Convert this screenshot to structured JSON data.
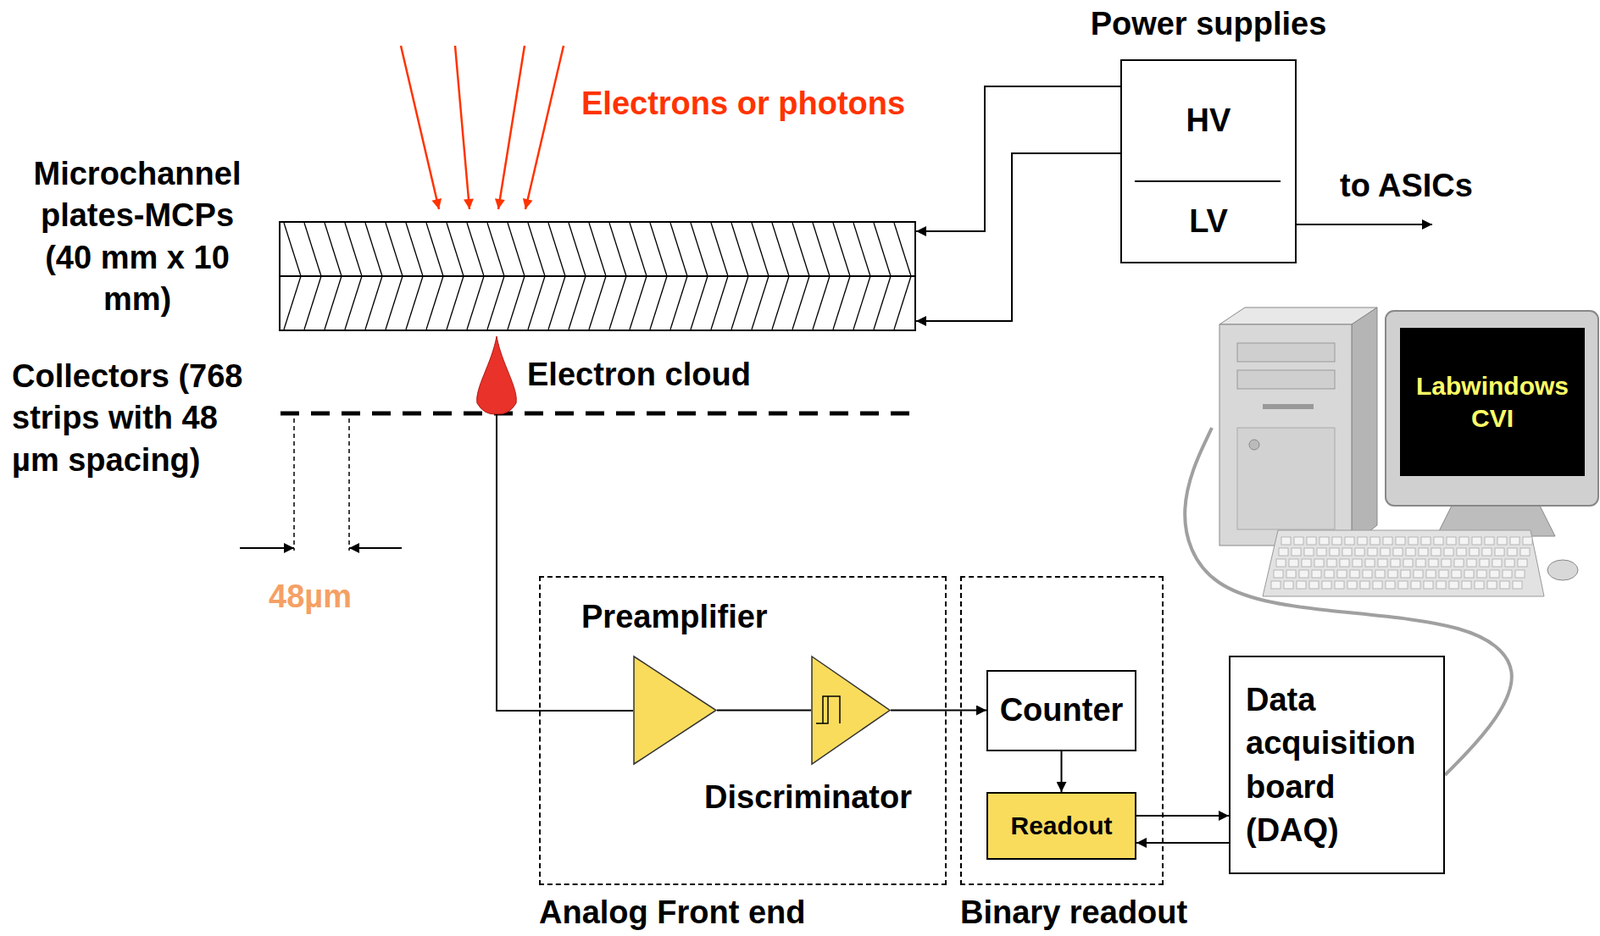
{
  "diagram": {
    "nodes": [
      {
        "text": [
          "Power supplies",
          "HV",
          "LV"
        ]
      },
      {
        "text": [
          "Microchannel plates-MCPs (40 mm x 10 mm)"
        ]
      },
      {
        "text": [
          "Labwindows CVI"
        ]
      },
      {
        "text": [
          "Analog Front end"
        ]
      },
      {
        "text": [
          "Preamplifier"
        ],
        "in": 3
      },
      {
        "text": [
          "Discriminator"
        ],
        "in": 3
      },
      {
        "text": [
          "Binary readout"
        ]
      },
      {
        "text": [
          "Counter"
        ],
        "in": 6
      },
      {
        "text": [
          "Readout"
        ],
        "in": 6
      },
      {
        "text": [
          "Data acquisition board (DAQ)"
        ]
      }
    ],
    "edges": [
      {
        "from": 0,
        "to": 1,
        "arrow": "to"
      },
      {
        "from": 0,
        "to": 1,
        "arrow": "to"
      },
      {
        "from": 4,
        "to": 5,
        "arrow": "none"
      },
      {
        "from": 5,
        "to": 7,
        "arrow": "to"
      },
      {
        "from": 7,
        "to": 8,
        "arrow": "to"
      },
      {
        "from": 8,
        "to": 9,
        "arrow": "to"
      },
      {
        "from": 9,
        "to": 8,
        "arrow": "to"
      },
      {
        "from": 9,
        "to": 2,
        "arrow": "none"
      }
    ],
    "labels": [
      "Electrons or photons",
      "to ASICs",
      "Collectors (768 strips with 48 µm spacing)",
      "Electron cloud",
      "48µm"
    ]
  }
}
